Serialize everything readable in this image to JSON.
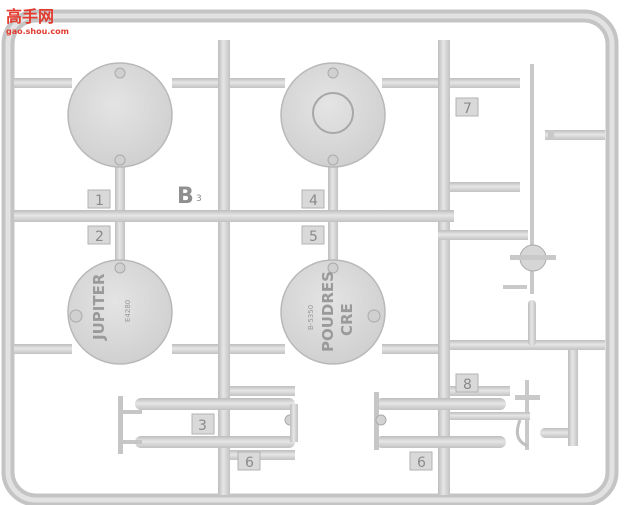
{
  "watermark": {
    "text": "高手网",
    "url": "gao.shou.com"
  },
  "sprue": {
    "letter": "B",
    "sub_mark": "3"
  },
  "part_numbers": [
    "1",
    "2",
    "3",
    "4",
    "5",
    "6",
    "6",
    "7",
    "8"
  ],
  "discs": {
    "jupiter": {
      "label": "JUPITER",
      "code": "E4280"
    },
    "poudres": {
      "label_line1": "POUDRES",
      "label_line2": "CRE",
      "code": "B-5350"
    }
  },
  "colors": {
    "plastic": "#d7d7d7",
    "plastic_shadow": "#b9b9b9",
    "background": "#ffffff"
  }
}
